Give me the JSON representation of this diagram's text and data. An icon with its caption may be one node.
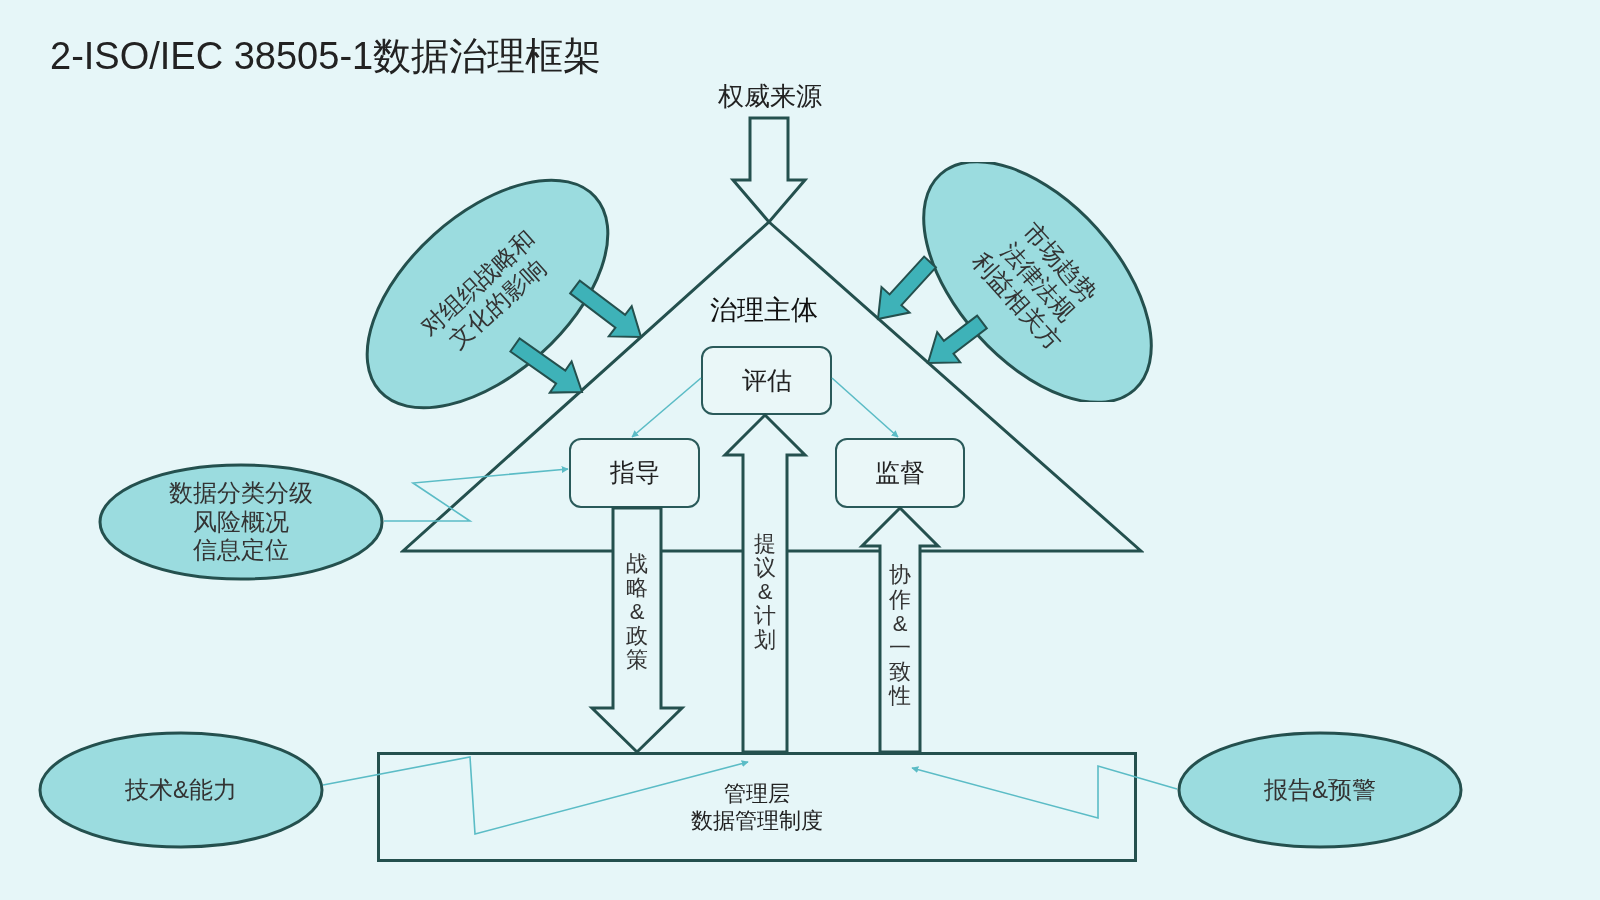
{
  "diagram": {
    "title": "2-ISO/IEC 38505-1数据治理框架",
    "nodes": [
      {
        "text": [
          "权威来源"
        ]
      },
      {
        "text": [
          "治理主体"
        ]
      },
      {
        "text": [
          "评估"
        ],
        "in": 1
      },
      {
        "text": [
          "指导"
        ],
        "in": 1
      },
      {
        "text": [
          "监督"
        ],
        "in": 1
      },
      {
        "text": [
          "对组织战略和文化的影响"
        ]
      },
      {
        "text": [
          "市场趋势",
          "法律法规",
          "利益相关方"
        ]
      },
      {
        "text": [
          "数据分类分级",
          "风险概况",
          "信息定位"
        ]
      },
      {
        "text": [
          "管理层",
          "数据管理制度"
        ]
      },
      {
        "text": [
          "技术&能力"
        ]
      },
      {
        "text": [
          "报告&预警"
        ]
      }
    ],
    "edges": [
      {
        "from": 0,
        "to": 1,
        "arrow": "to",
        "style": "thick"
      },
      {
        "from": 5,
        "to": 1,
        "arrow": "to",
        "style": "thick",
        "color": "#3eb2b8"
      },
      {
        "from": 5,
        "to": 1,
        "arrow": "to",
        "style": "thick",
        "color": "#3eb2b8"
      },
      {
        "from": 6,
        "to": 1,
        "arrow": "to",
        "style": "thick",
        "color": "#3eb2b8"
      },
      {
        "from": 6,
        "to": 1,
        "arrow": "to",
        "style": "thick",
        "color": "#3eb2b8"
      },
      {
        "from": 2,
        "to": 3,
        "arrow": "to",
        "color": "#5bbcc6"
      },
      {
        "from": 2,
        "to": 4,
        "arrow": "to",
        "color": "#5bbcc6"
      },
      {
        "from": 7,
        "to": 3,
        "arrow": "to",
        "color": "#5bbcc6"
      },
      {
        "from": 3,
        "to": 8,
        "arrow": "to",
        "style": "thick",
        "label": "战略&政策"
      },
      {
        "from": 8,
        "to": 2,
        "arrow": "to",
        "style": "thick",
        "label": "提议&计划"
      },
      {
        "from": 8,
        "to": 4,
        "arrow": "to",
        "style": "thick",
        "label": "协作&一致性"
      },
      {
        "from": 9,
        "to": 8,
        "arrow": "to",
        "color": "#5bbcc6"
      },
      {
        "from": 10,
        "to": 8,
        "arrow": "to",
        "color": "#5bbcc6"
      }
    ]
  }
}
